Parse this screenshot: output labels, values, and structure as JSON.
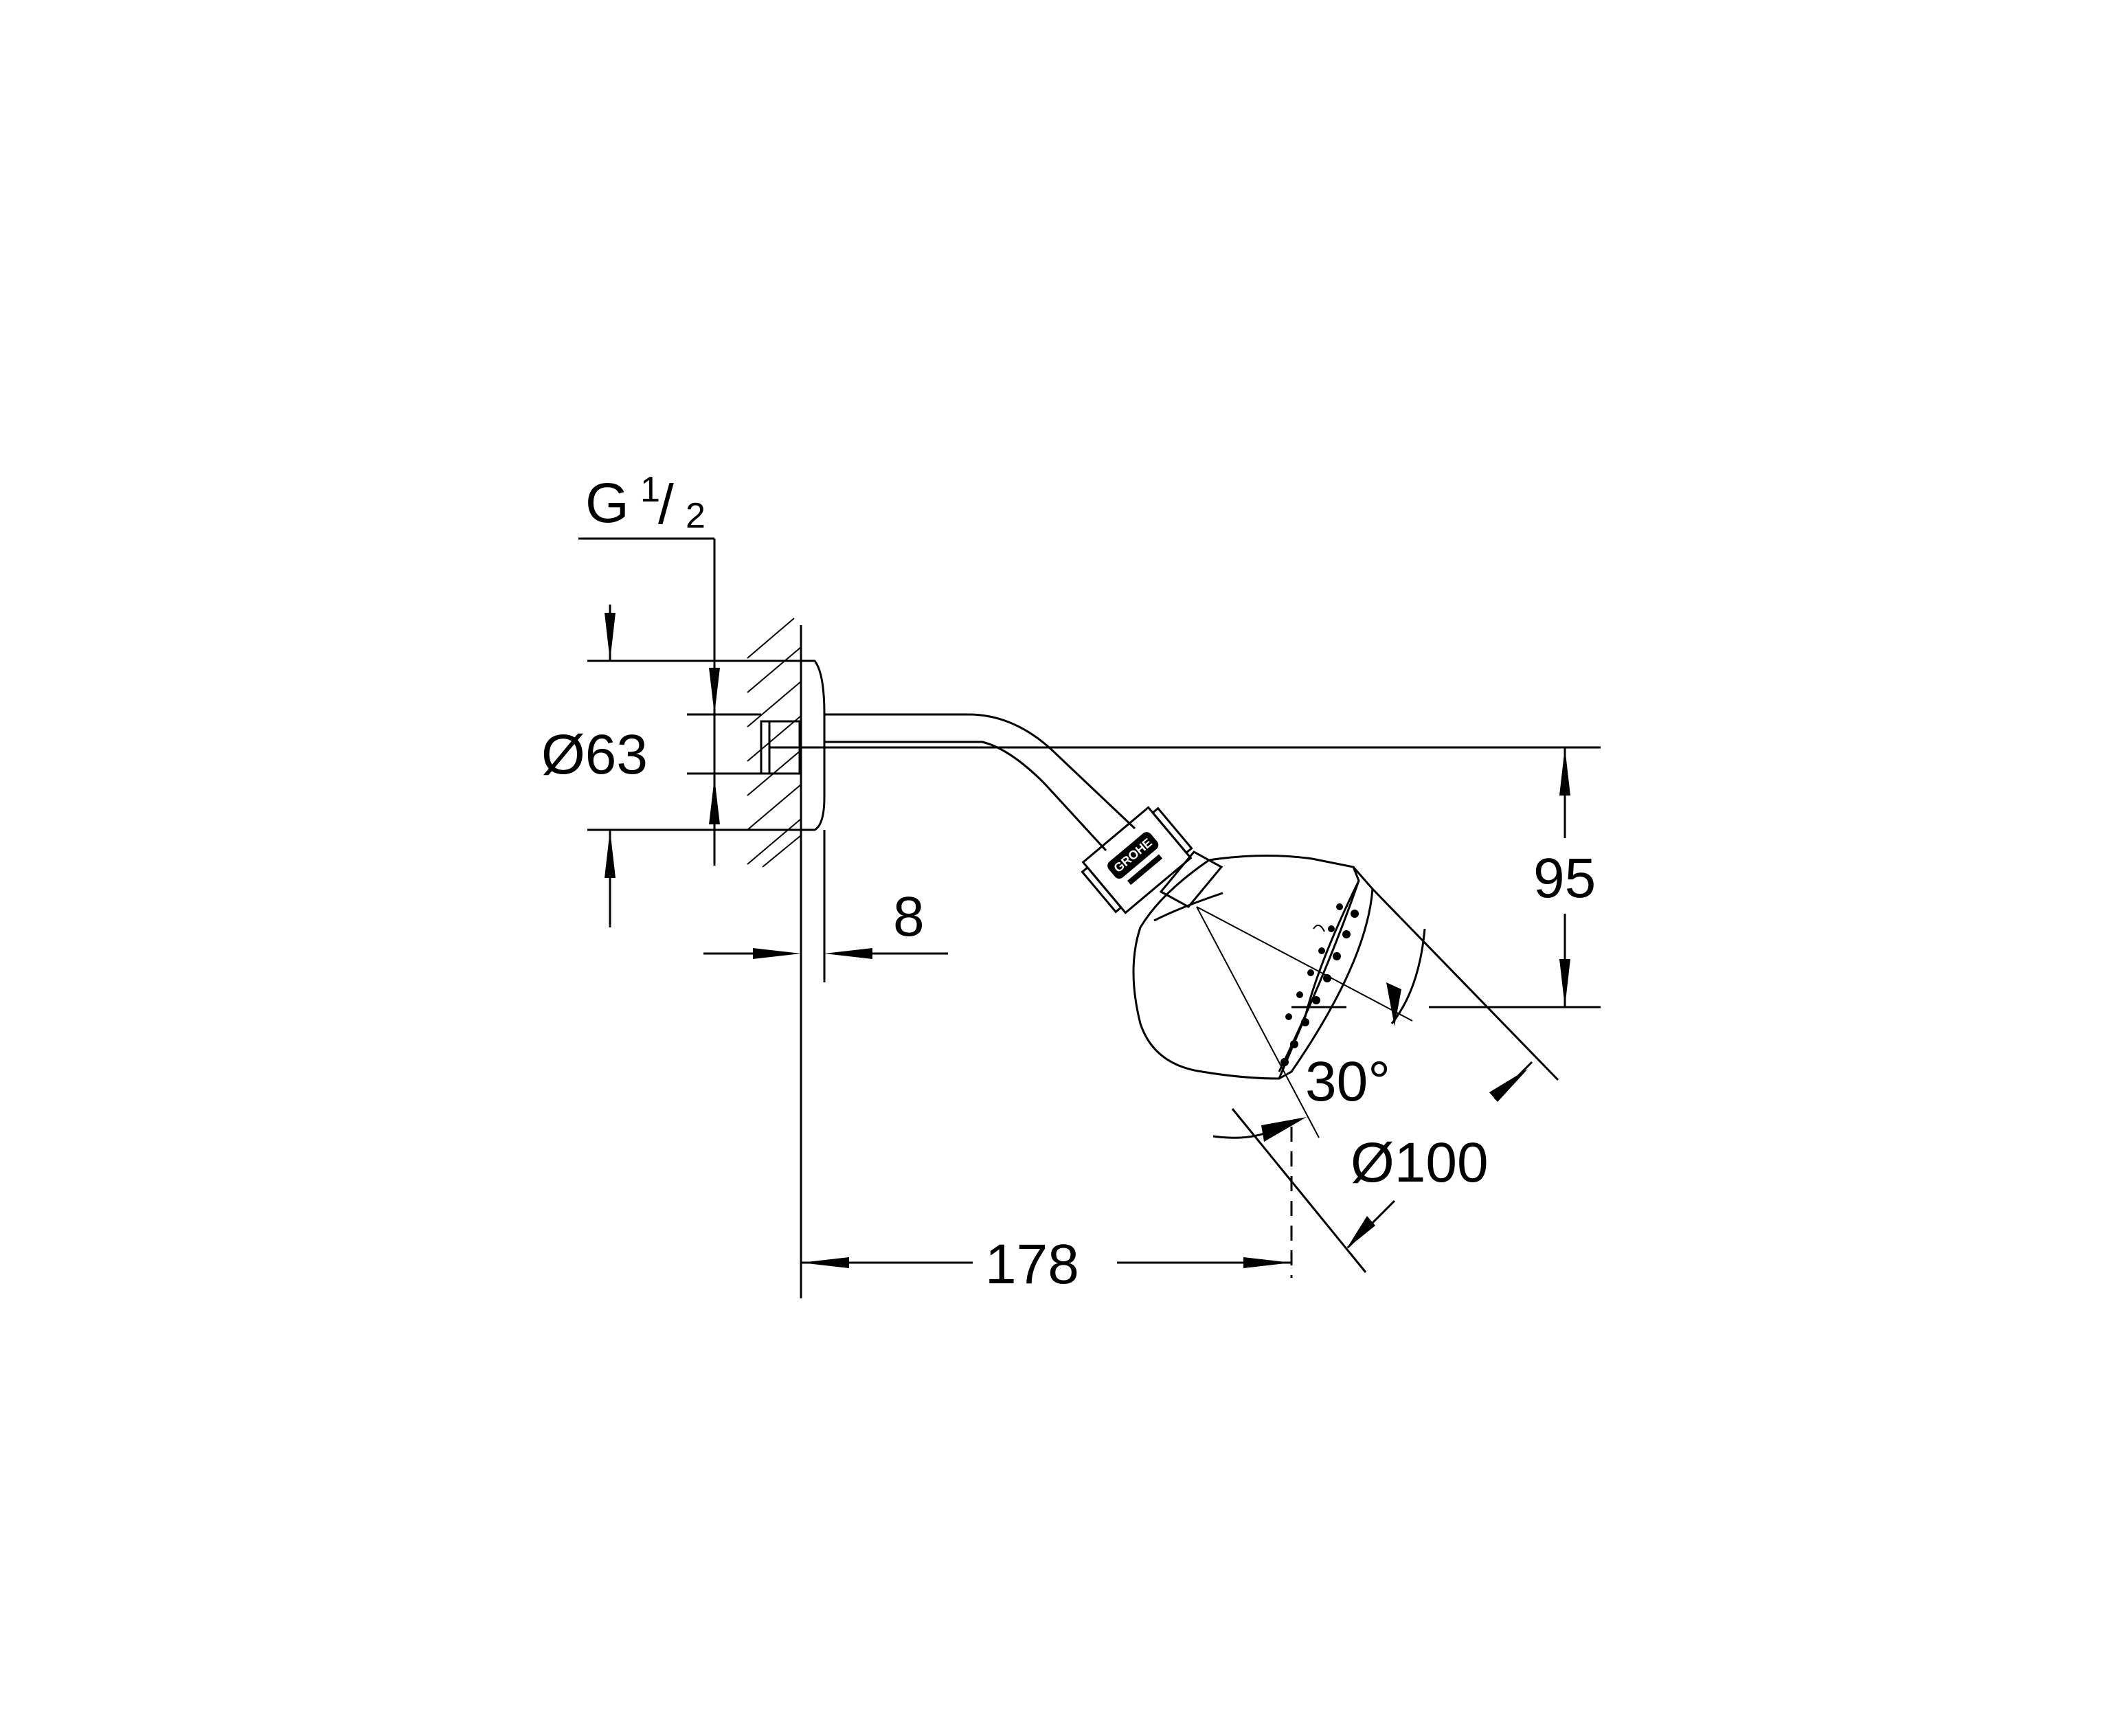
{
  "dimensions": {
    "thread": {
      "main": "G",
      "numerator": "1",
      "denominator": "2"
    },
    "flange_diameter": "Ø63",
    "wall_offset": "8",
    "drop_height": "95",
    "tilt_angle": "30°",
    "head_diameter": "Ø100",
    "projection": "178"
  },
  "logo_text": "GROHE",
  "colors": {
    "line": "#000000",
    "background": "#ffffff"
  }
}
